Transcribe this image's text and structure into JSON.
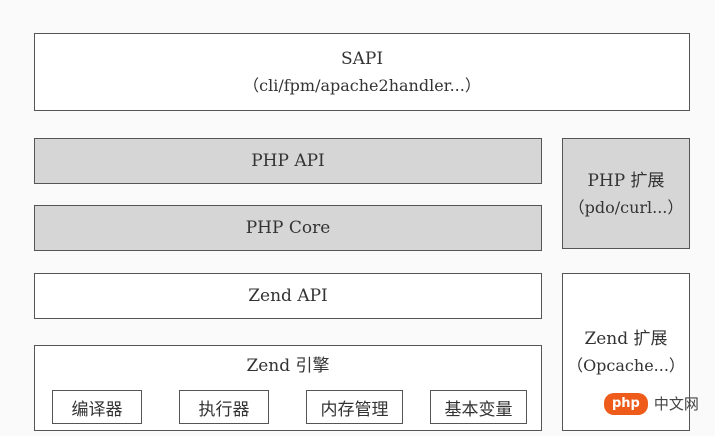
{
  "sapi": {
    "title": "SAPI",
    "subtitle": "（cli/fpm/apache2handler...）"
  },
  "php_api": {
    "label": "PHP API"
  },
  "php_core": {
    "label": "PHP Core"
  },
  "php_ext": {
    "title": "PHP 扩展",
    "subtitle": "（pdo/curl...）"
  },
  "zend_api": {
    "label": "Zend API"
  },
  "zend_engine": {
    "title": "Zend 引擎",
    "components": [
      "编译器",
      "执行器",
      "内存管理",
      "基本变量"
    ]
  },
  "zend_ext": {
    "title": "Zend 扩展",
    "subtitle": "（Opcache...）"
  },
  "watermark": {
    "badge": "php",
    "text": "中文网"
  },
  "colors": {
    "grey_fill": "#d6d6d6",
    "white_fill": "#ffffff",
    "border": "#555555",
    "watermark_badge": "#ee5b1b"
  }
}
